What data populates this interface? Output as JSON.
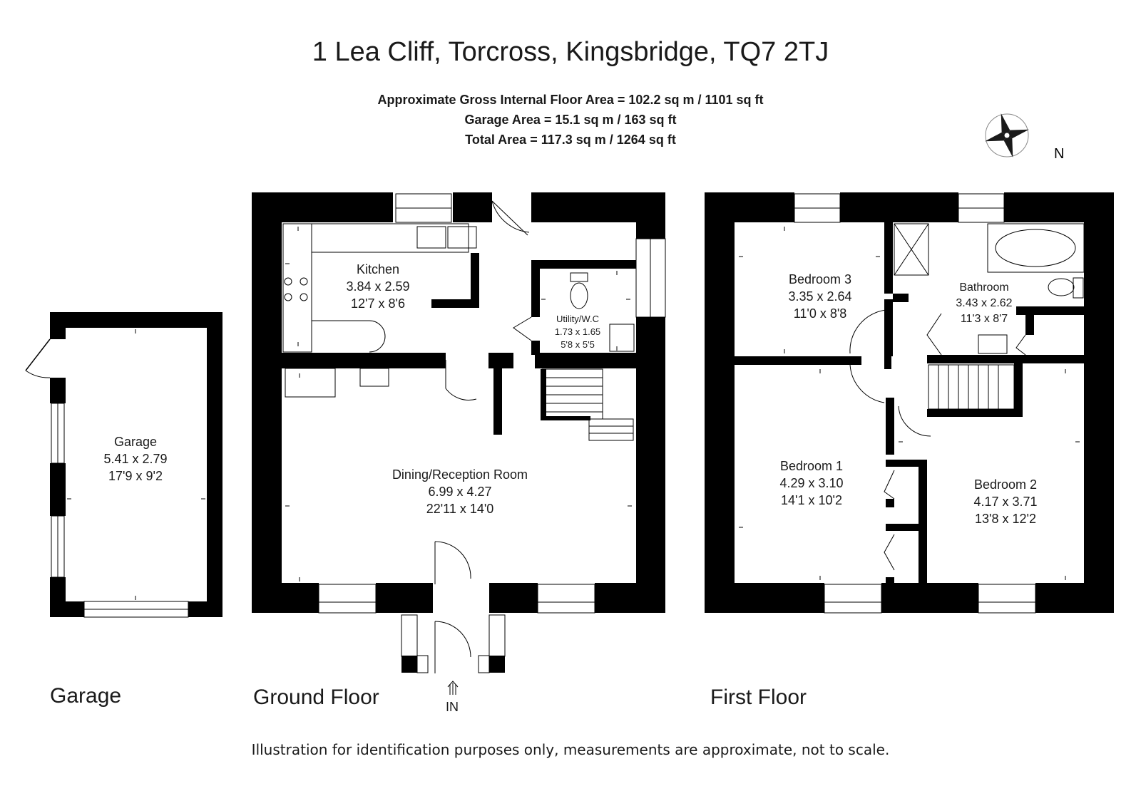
{
  "title": "1 Lea Cliff, Torcross, Kingsbridge, TQ7 2TJ",
  "areas": {
    "gross": "Approximate Gross Internal Floor Area  = 102.2 sq m / 1101 sq ft",
    "garage": "Garage Area = 15.1 sq m / 163 sq ft",
    "total": "Total Area = 117.3 sq m / 1264 sq ft"
  },
  "compass": {
    "label": "N",
    "icon": "compass-rose-icon"
  },
  "floors": {
    "garage": "Garage",
    "ground": "Ground Floor",
    "first": "First Floor"
  },
  "entrance": {
    "label": "IN",
    "icon": "arrow-up-icon"
  },
  "rooms": {
    "garage": {
      "name": "Garage",
      "metric": "5.41 x 2.79",
      "imperial": "17'9 x 9'2"
    },
    "kitchen": {
      "name": "Kitchen",
      "metric": "3.84 x 2.59",
      "imperial": "12'7 x 8'6"
    },
    "utility": {
      "name": "Utility/W.C",
      "metric": "1.73 x 1.65",
      "imperial": "5'8 x 5'5"
    },
    "dining": {
      "name": "Dining/Reception Room",
      "metric": "6.99 x 4.27",
      "imperial": "22'11 x 14'0"
    },
    "bedroom3": {
      "name": "Bedroom 3",
      "metric": "3.35 x 2.64",
      "imperial": "11'0 x 8'8"
    },
    "bathroom": {
      "name": "Bathroom",
      "metric": "3.43 x 2.62",
      "imperial": "11'3 x 8'7"
    },
    "bedroom1": {
      "name": "Bedroom 1",
      "metric": "4.29 x 3.10",
      "imperial": "14'1 x 10'2"
    },
    "bedroom2": {
      "name": "Bedroom 2",
      "metric": "4.17 x 3.71",
      "imperial": "13'8 x 12'2"
    }
  },
  "disclaimer": "Illustration for identification purposes only, measurements are approximate, not to scale.",
  "colors": {
    "wall": "#000000",
    "line": "#1a1a1a",
    "background": "#ffffff"
  }
}
